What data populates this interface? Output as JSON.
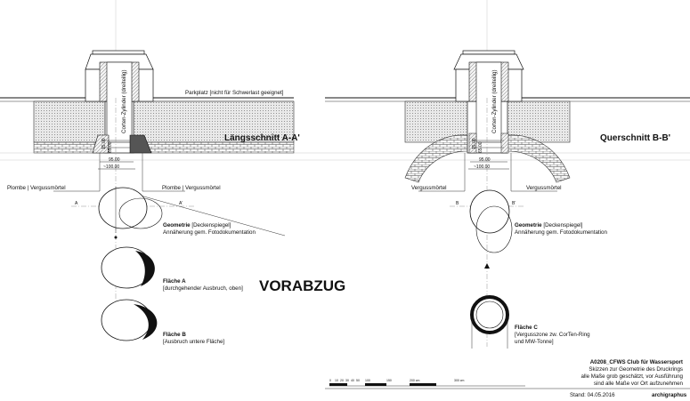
{
  "left_section": {
    "title": "Längsschnitt A-A'",
    "parking_label": "Parkplatz [nicht für Schwerlast geeignet]",
    "cylinder_label": "Corten-Zylinder (dreiteilig)",
    "plombe_left": "Plombe | Vergussmörtel",
    "plombe_right": "Plombe | Vergussmörtel",
    "dim_1": "15.00",
    "dim_2": "65.00",
    "dim_3": "95.00",
    "dim_4": "~100.00",
    "axis_a_left": "A",
    "axis_a_right": "A'",
    "geometry_title": "Geometrie",
    "geometry_note": "[Deckenspiegel]",
    "geometry_sub": "Annäherung gem. Fotodokumentation",
    "area_a_title": "Fläche A",
    "area_a_sub": "[durchgehender Ausbruch, oben]",
    "area_b_title": "Fläche B",
    "area_b_sub": "[Ausbruch untere Fläche]"
  },
  "right_section": {
    "title": "Querschnitt B-B'",
    "cylinder_label": "Corten-Zylinder (dreiteilig)",
    "verguss_left": "Vergussmörtel",
    "verguss_right": "Vergussmörtel",
    "dim_1": "15.00",
    "dim_2": "65.00",
    "dim_3": "95.00",
    "dim_4": "~100.00",
    "axis_b_left": "B",
    "axis_b_right": "B'",
    "geometry_title": "Geometrie",
    "geometry_note": "[Deckenspiegel]",
    "geometry_sub": "Annäherung gem. Fotodokumentation",
    "area_c_title": "Fläche C",
    "area_c_sub1": "[Vergusszone zw. CorTen-Ring",
    "area_c_sub2": "und MW-Tonne]"
  },
  "watermark": "VORABZUG",
  "title_block": {
    "project": "A0208_CFWS Club für Wassersport",
    "line1": "Skizzen zur Geometrie des Druckrings",
    "line2": "alle Maße grob geschätzt, vor Ausführung",
    "line3": "sind alle Maße vor Ort aufzunehmen",
    "date": "Stand: 04.05.2016",
    "logo": "archigraphus"
  },
  "scale_bar": {
    "ticks": [
      "0",
      "10",
      "20",
      "30",
      "40",
      "50",
      "100",
      "150",
      "200 cm",
      "300 cm"
    ]
  },
  "colors": {
    "ink": "#111111",
    "hatch": "#888888",
    "grid": "#bbbbbb"
  }
}
